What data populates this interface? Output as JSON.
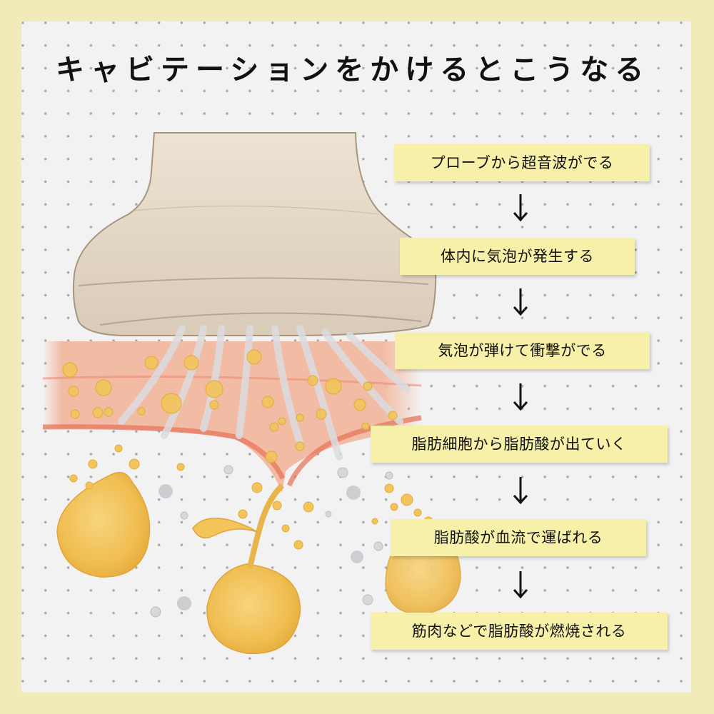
{
  "title": "キャビテーションをかけるとこうなる",
  "colors": {
    "background": "#F1EBB9",
    "card": "#F2F2F2",
    "dot": "#A9A9A9",
    "step_box": "#F6F0A9",
    "text": "#111111",
    "probe": "#E8DCCB",
    "skin": "#F2B9A0",
    "fat": "#F2C45A"
  },
  "illustration": {
    "elements": [
      "probe-icon",
      "ultrasound-waves",
      "skin-layer",
      "fat-cells",
      "fat-droplets",
      "bubbles"
    ]
  },
  "steps": [
    {
      "label": "プローブから超音波がでる"
    },
    {
      "label": "体内に気泡が発生する"
    },
    {
      "label": "気泡が弾けて衝撃がでる"
    },
    {
      "label": "脂肪細胞から脂肪酸が出ていく"
    },
    {
      "label": "脂肪酸が血流で運ばれる"
    },
    {
      "label": "筋肉などで脂肪酸が燃焼される"
    }
  ],
  "arrow_glyph": "↓"
}
